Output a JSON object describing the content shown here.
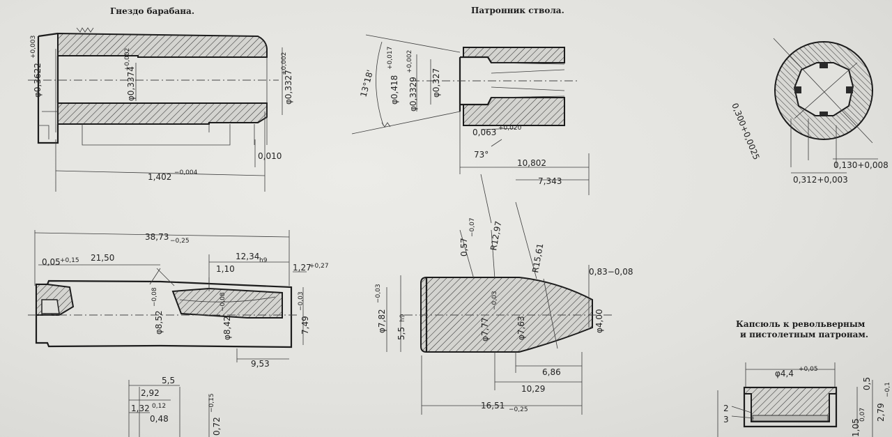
{
  "titles": {
    "drum_socket": "Гнездо барабана.",
    "barrel_chamber": "Патронник ствола.",
    "primer_line1": "Капсюль к револьверным",
    "primer_line2": "и пистолетным патронам."
  },
  "drum_socket": {
    "d_outer": "φ0,3622",
    "d_outer_tol": "+0,003",
    "d_bore": "φ0,3374",
    "d_bore_tol": "+0,002",
    "d_end": "φ0,3327",
    "d_end_tol": "+0,002",
    "step": "0,010",
    "length": "1,402",
    "length_tol": "−0,004"
  },
  "chamber": {
    "angle": "13°18'",
    "d1": "φ0,418",
    "d1_tol": "+0,017",
    "d2": "φ0,3329",
    "d2_tol": "+0,002",
    "d3": "φ0,327",
    "lead": "0,063",
    "lead_tol": "+0,020",
    "angle2": "73°",
    "len_a": "10,802",
    "len_b": "7,343"
  },
  "bore_section": {
    "d_groove": "0,300+0,0025",
    "land": "0,130+0,008",
    "d_land": "0,312+0,003"
  },
  "cartridge": {
    "overall": "38,73",
    "overall_tol": "−0,25",
    "rim_gap": "0,05",
    "rim_gap_tol": "+0,15",
    "case_len": "21,50",
    "neck": "12,34",
    "neck_tol": "h9",
    "groove_w": "1,10",
    "rim": "1,27",
    "rim_tol": "+0,27",
    "d_body": "φ8,52",
    "d_body_tol": "−0,08",
    "d_neck": "φ8,42",
    "d_neck_tol": "−0,08",
    "d_mouth": "7,49",
    "d_mouth_tol": "−0,03",
    "tip": "9,53"
  },
  "bullet": {
    "taper": "0,57",
    "taper_tol": "−0,07",
    "r_ogive1": "R12,97",
    "r_ogive2": "R15,61",
    "tip": "0,83−0,08",
    "d_shank": "φ7,82",
    "d_shank_tol": "−0,03",
    "shank_len": "5,5",
    "shank_len_tol": "h9",
    "d_rear": "φ7,77",
    "d_rear_tol": "−0,03",
    "d_mid": "φ7,63",
    "d_tip": "φ4,00",
    "len_ogive": "6,86",
    "len_front": "10,29",
    "length": "16,51",
    "length_tol": "−0,25"
  },
  "rim_detail": {
    "a": "5,5",
    "b": "2,92",
    "c": "1,32",
    "c_tol": "0,12",
    "d": "0,48",
    "e": "0,72",
    "e_tol": "−0,15"
  },
  "primer": {
    "d": "φ4,4",
    "d_tol": "+0,05",
    "h": "2,79",
    "h_tol": "−0,1",
    "w": "0,5",
    "cap": "1,05",
    "cap_tol": "0,07",
    "label1": "2",
    "label2": "3"
  }
}
